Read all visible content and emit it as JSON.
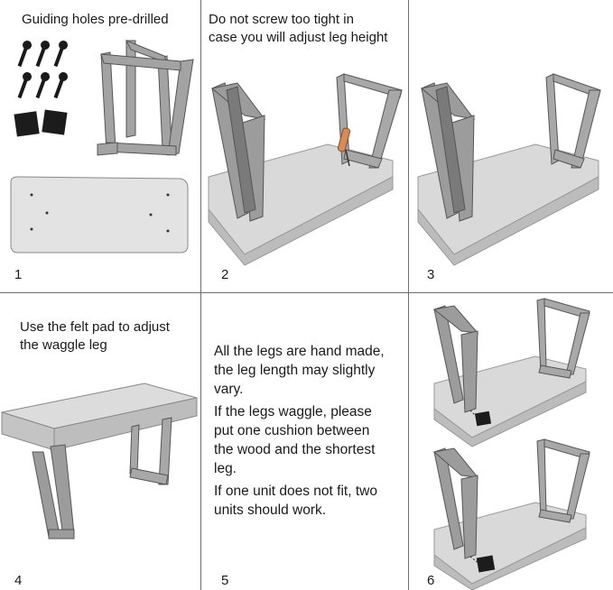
{
  "panels": [
    {
      "number": "1",
      "caption": "Guiding holes pre-drilled"
    },
    {
      "number": "2",
      "caption": "Do not screw too tight in\ncase you will  adjust leg height"
    },
    {
      "number": "3",
      "caption": ""
    },
    {
      "number": "4",
      "caption": "Use the felt pad to adjust\nthe waggle leg"
    },
    {
      "number": "5",
      "paragraphs": [
        "All the legs are hand made,\nthe leg length may slightly\nvary.",
        "If the legs waggle, please\nput one cushion between\nthe wood and the shortest\nleg.",
        "If one unit does not fit, two\nunits should work."
      ]
    },
    {
      "number": "6",
      "caption": ""
    }
  ],
  "colors": {
    "leg": "#9c9c9c",
    "leg_dark": "#6f6f6f",
    "board": "#d8d8d8",
    "board_edge": "#bdbdbd",
    "felt": "#1c1c1c",
    "screwdriver": "#d98a55"
  }
}
